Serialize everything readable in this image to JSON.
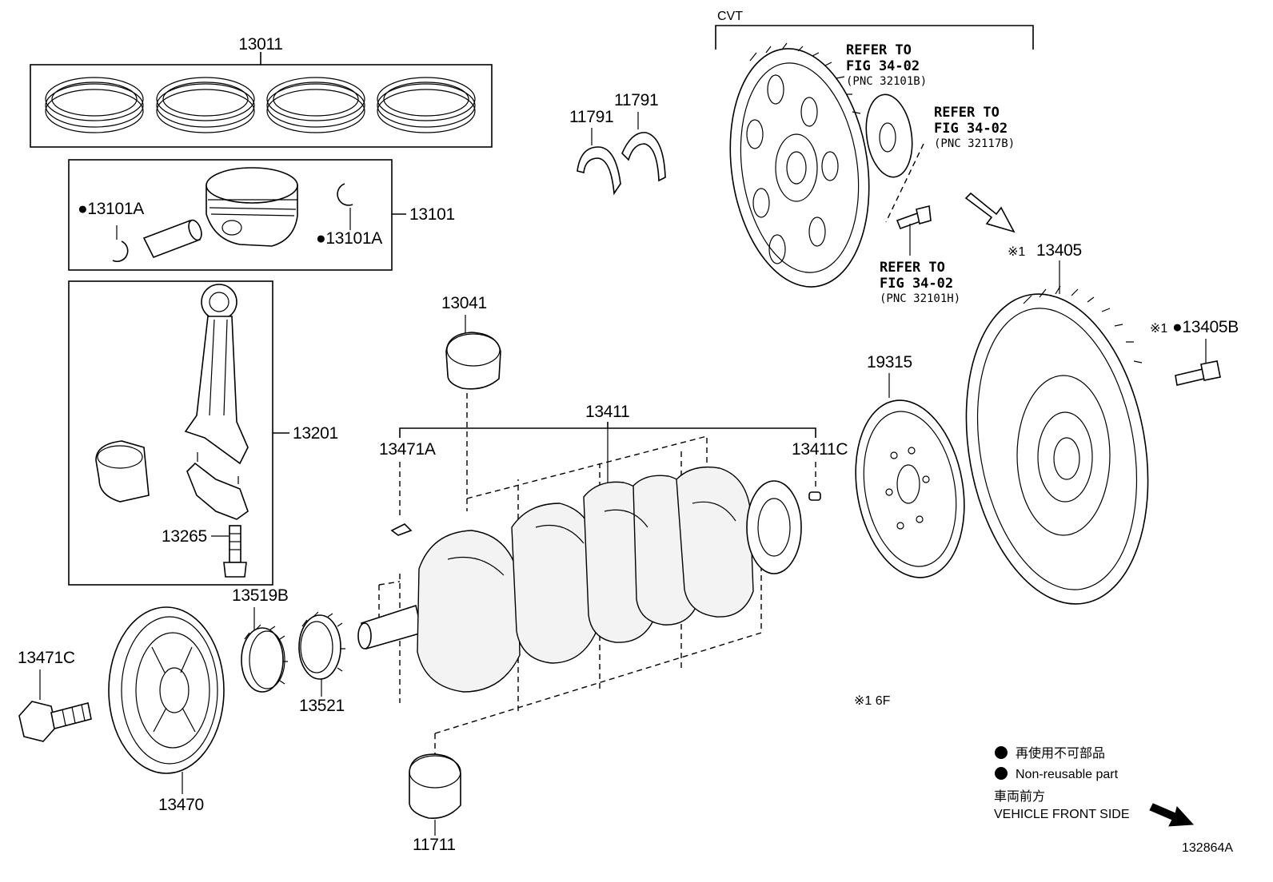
{
  "diagram_title": "",
  "figure_id": "132864A",
  "group_label_cvt": "CVT",
  "part_labels": {
    "p13011": "13011",
    "p13101": "13101",
    "p13101A_left": "●13101A",
    "p13101A_right": "●13101A",
    "p13201": "13201",
    "p13265": "13265",
    "p11791_a": "11791",
    "p11791_b": "11791",
    "p13041": "13041",
    "p13411": "13411",
    "p13471A": "13471A",
    "p13411C": "13411C",
    "p19315": "19315",
    "p13405": "13405",
    "p13405_mark": "※1",
    "p13405B": "●13405B",
    "p13405B_mark": "※1",
    "p13519B": "13519B",
    "p13521": "13521",
    "p13471C": "13471C",
    "p13470": "13470",
    "p11711": "11711"
  },
  "references": {
    "ref1": {
      "line1": "REFER TO",
      "line2": "FIG 34-02",
      "line3": "(PNC 32101B)"
    },
    "ref2": {
      "line1": "REFER TO",
      "line2": "FIG 34-02",
      "line3": "(PNC 32117B)"
    },
    "ref3": {
      "line1": "REFER TO",
      "line2": "FIG 34-02",
      "line3": "(PNC 32101H)"
    }
  },
  "notes": {
    "footnote": "※1  6F",
    "legend_jp": "再使用不可部品",
    "legend_en": "Non-reusable part",
    "front_jp": "車両前方",
    "front_en": "VEHICLE FRONT SIDE"
  },
  "icons": {
    "bullet": "filled-circle-icon",
    "front_arrow": "arrow-down-right-icon"
  },
  "colors": {
    "ink": "#000000",
    "background": "#ffffff"
  }
}
